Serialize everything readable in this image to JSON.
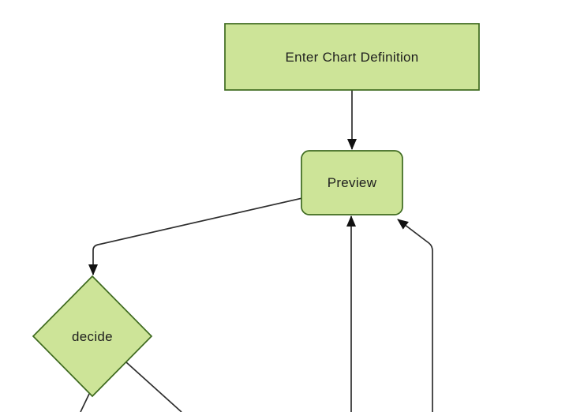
{
  "diagram": {
    "kind": "flowchart",
    "nodes": [
      {
        "id": "definition",
        "label": "Enter Chart Definition",
        "shape": "rectangle"
      },
      {
        "id": "preview",
        "label": "Preview",
        "shape": "rounded-rectangle"
      },
      {
        "id": "decide",
        "label": "decide",
        "shape": "diamond"
      }
    ],
    "edges": [
      {
        "from": "Enter Chart Definition",
        "to": "Preview",
        "arrowhead": true
      },
      {
        "from": "Preview",
        "to": "decide",
        "arrowhead": true
      },
      {
        "from": "offscreen-bottom",
        "to": "Preview",
        "arrowhead": true
      },
      {
        "from": "offscreen-bottom-right",
        "to": "Preview",
        "arrowhead": true
      },
      {
        "from": "decide",
        "to": "offscreen-bottom-left",
        "arrowhead": false
      },
      {
        "from": "decide",
        "to": "offscreen-bottom-right",
        "arrowhead": false
      }
    ]
  },
  "theme": {
    "background": "#ffffff",
    "node_fill": "#cde498",
    "node_stroke": "#3e6a1f",
    "edge_stroke": "#2e2e2e",
    "arrow_fill": "#111111",
    "text_color": "#1e1e1e"
  }
}
